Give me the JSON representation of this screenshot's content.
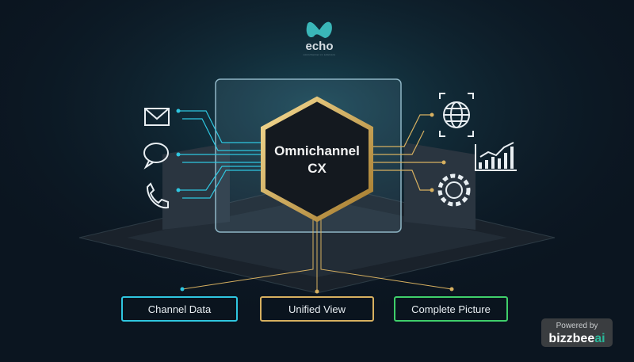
{
  "logo": {
    "name": "echo",
    "tagline": "omnichannel cx solutions"
  },
  "center": {
    "line1": "Omnichannel",
    "line2": "CX"
  },
  "inputs": [
    {
      "icon": "envelope-icon"
    },
    {
      "icon": "chat-bubble-icon"
    },
    {
      "icon": "phone-icon"
    }
  ],
  "outputs": [
    {
      "icon": "globe-icon"
    },
    {
      "icon": "bar-chart-icon"
    },
    {
      "icon": "gear-icon"
    }
  ],
  "labels": [
    {
      "text": "Channel Data",
      "color": "#2fc6e0"
    },
    {
      "text": "Unified View",
      "color": "#d7b060"
    },
    {
      "text": "Complete Picture",
      "color": "#3fcf6a"
    }
  ],
  "badge": {
    "powered": "Powered by",
    "brand": "bizzbee",
    "brand_suffix": "ai"
  }
}
